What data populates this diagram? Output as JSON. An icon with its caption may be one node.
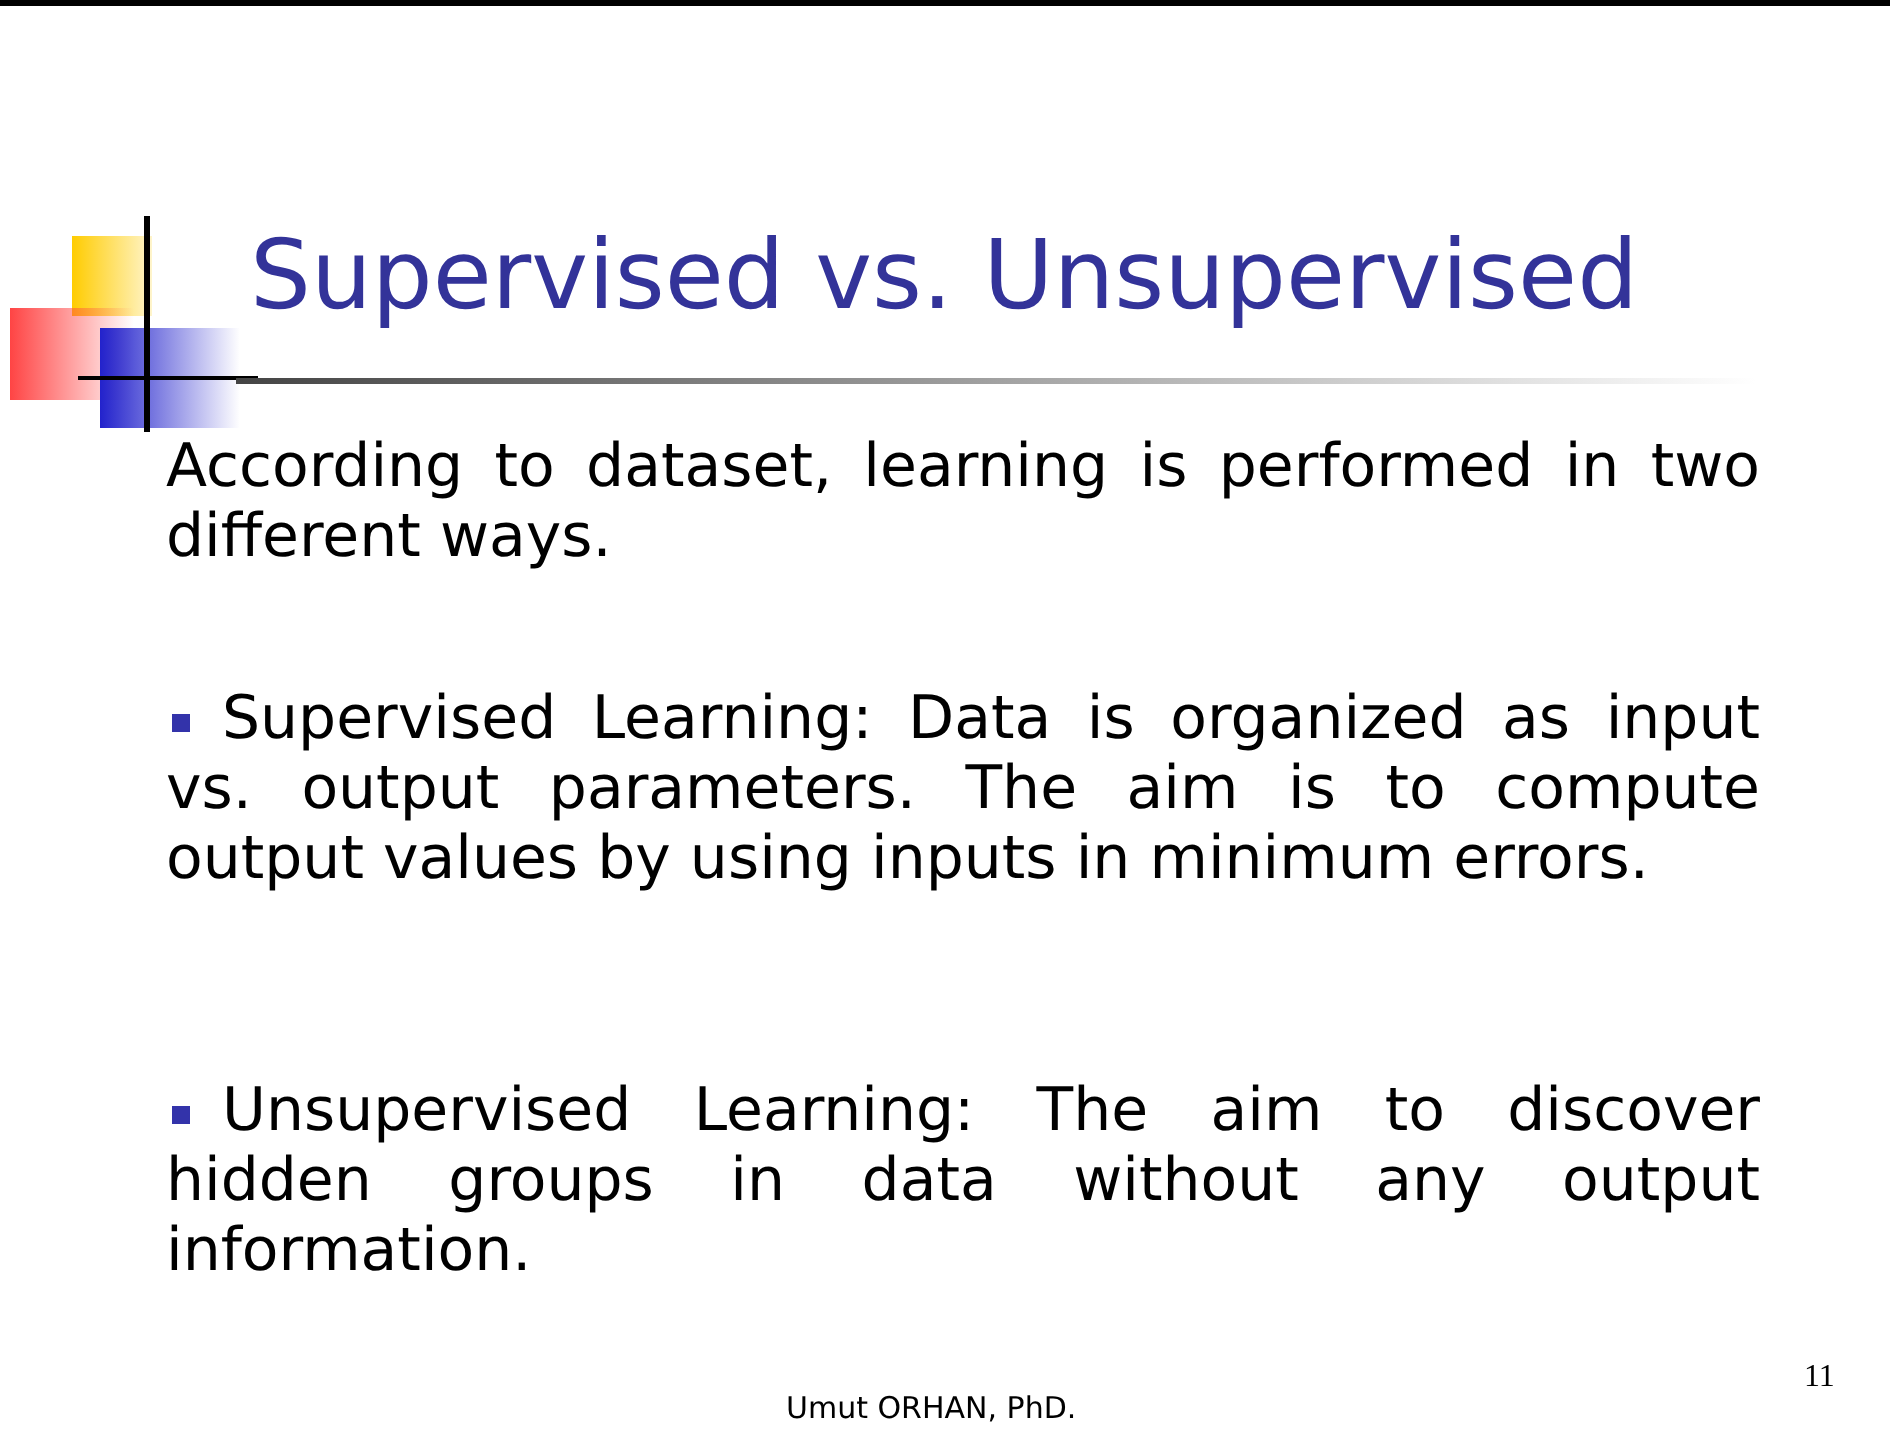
{
  "diagram": {
    "title": "Supervised vs. Unsupervised",
    "labels": [
      "According to dataset, learning is performed in two different ways.",
      "Supervised Learning: Data is organized as input vs. output parameters. The aim is to compute output values by using inputs in minimum errors.",
      "Unsupervised Learning: The aim to discover hidden groups in data without any output information.",
      "Umut ORHAN, PhD.",
      "11"
    ]
  }
}
